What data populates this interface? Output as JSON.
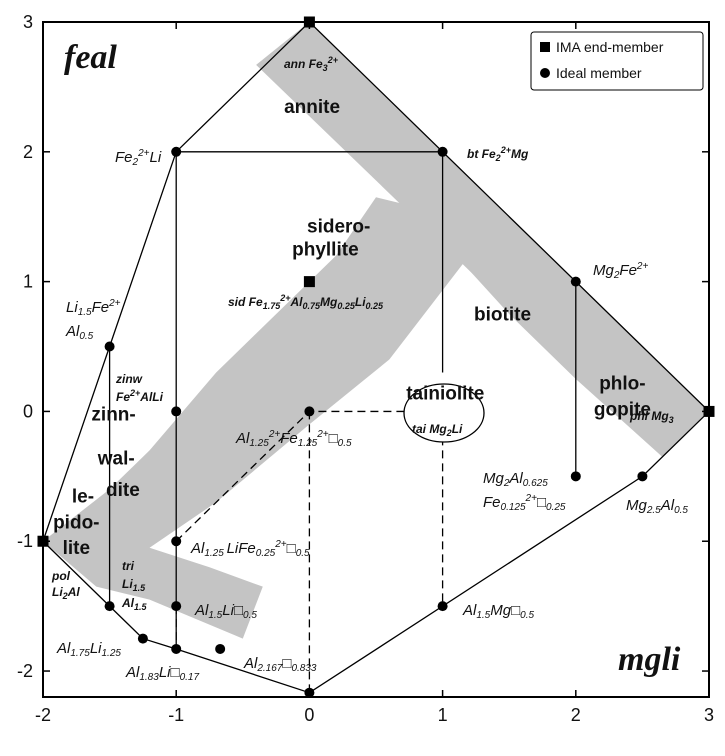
{
  "chart_data": {
    "type": "scatter",
    "x_range": [
      -2,
      3
    ],
    "y_range": [
      -2.2,
      3
    ],
    "x_ticks": [
      "-2",
      "-1",
      "0",
      "1",
      "2",
      "3"
    ],
    "y_ticks": [
      "3",
      "2",
      "1",
      "0",
      "-1",
      "-2"
    ],
    "corner_labels": {
      "top_left": "feal",
      "bottom_right": "mgli"
    },
    "legend": {
      "placement": "top-right",
      "square": "IMA end-member",
      "circle": "Ideal member"
    },
    "fields": [
      {
        "text": "annite",
        "x": 0.02,
        "y": 2.3
      },
      {
        "text": "sidero-",
        "x": 0.22,
        "y": 1.38
      },
      {
        "text": "phyllite",
        "x": 0.12,
        "y": 1.2
      },
      {
        "text": "biotite",
        "x": 1.45,
        "y": 0.7
      },
      {
        "text": "phlo-",
        "x": 2.35,
        "y": 0.17
      },
      {
        "text": "gopite",
        "x": 2.35,
        "y": -0.03
      },
      {
        "text": "zinn-",
        "x": -1.47,
        "y": -0.07
      },
      {
        "text": "wal-",
        "x": -1.45,
        "y": -0.41
      },
      {
        "text": "dite",
        "x": -1.4,
        "y": -0.65
      },
      {
        "text": "le-",
        "x": -1.7,
        "y": -0.7
      },
      {
        "text": "pido-",
        "x": -1.75,
        "y": -0.9
      },
      {
        "text": "lite",
        "x": -1.75,
        "y": -1.1
      },
      {
        "text": "tainiolite",
        "x": 1.02,
        "y": 0.09
      }
    ],
    "end_members": [
      {
        "x": 0,
        "y": 3,
        "label": "ann Fe₃²⁺"
      },
      {
        "x": 0,
        "y": 1,
        "label": "sid Fe₁.₇₅²⁺Al₀.₇₅Mg₀.₂₅Li₀.₂₅"
      },
      {
        "x": 1,
        "y": 0,
        "label": "tai Mg₂Li"
      },
      {
        "x": 3,
        "y": 0,
        "label": "phl Mg₃"
      },
      {
        "x": -2,
        "y": -1,
        "label": "pol Li₂Al"
      }
    ],
    "ideal_members": [
      {
        "x": -1,
        "y": 2,
        "label": "Fe₂²⁺Li"
      },
      {
        "x": 1,
        "y": 2,
        "label": "bt Fe₂²⁺Mg"
      },
      {
        "x": 2,
        "y": 1,
        "label": "Mg₂Fe²⁺"
      },
      {
        "x": -1.5,
        "y": 0.5,
        "label": "Li₁.₅Fe²⁺ Al₀.₅"
      },
      {
        "x": -1,
        "y": 0,
        "label": "zinw Fe²⁺AlLi"
      },
      {
        "x": 0,
        "y": 0,
        "label": "Al₁.₂₅²⁺Fe₁.₂₅²⁺□₀.₅"
      },
      {
        "x": 2,
        "y": -0.5,
        "label": "Mg₂Al₀.₆₂₅ Fe₀.₁₂₅²⁺□₀.₂₅"
      },
      {
        "x": 2.5,
        "y": -0.5,
        "label": "Mg₂.₅Al₀.₅"
      },
      {
        "x": -1,
        "y": -1,
        "label": "Al₁.₂₅LiFe₀.₂₅²⁺□₀.₅"
      },
      {
        "x": -1.5,
        "y": -1.5,
        "label": "tri Li₁.₅ Al₁.₅"
      },
      {
        "x": -1,
        "y": -1.5,
        "label": "Al₁.₅Li□₀.₅"
      },
      {
        "x": 1,
        "y": -1.5,
        "label": "Al₁.₅Mg□₀.₅"
      },
      {
        "x": -1.25,
        "y": -1.75,
        "label": "Al₁.₇₅Li₁.₂₅"
      },
      {
        "x": -1,
        "y": -1.83,
        "label": "Al₁.₈₃Li□₀.₁₇"
      },
      {
        "x": -0.67,
        "y": -1.83,
        "label": ""
      },
      {
        "x": 0,
        "y": -2.167,
        "label": "Al₂.₁₆₇□₀.₈₃₃"
      }
    ],
    "solid_lines": [
      [
        [
          -2,
          -1
        ],
        [
          -1.5,
          0.5
        ],
        [
          -1,
          2
        ],
        [
          0,
          3
        ],
        [
          3,
          0
        ],
        [
          2.5,
          -0.5
        ],
        [
          0,
          -2.167
        ],
        [
          -1,
          -1.83
        ],
        [
          -1.25,
          -1.75
        ],
        [
          -2,
          -1
        ]
      ],
      [
        [
          -1,
          2
        ],
        [
          1,
          2
        ]
      ],
      [
        [
          -1.5,
          0.5
        ],
        [
          -1.5,
          -1.5
        ]
      ],
      [
        [
          -1,
          2
        ],
        [
          -1,
          -1.83
        ]
      ],
      [
        [
          1,
          2
        ],
        [
          1,
          0.3
        ]
      ],
      [
        [
          2,
          1
        ],
        [
          2,
          -0.5
        ]
      ]
    ],
    "dashed_lines": [
      [
        [
          -1,
          -1
        ],
        [
          0,
          0
        ],
        [
          0.75,
          0
        ]
      ],
      [
        [
          0,
          0
        ],
        [
          0,
          -2.167
        ]
      ],
      [
        [
          1,
          -0.2
        ],
        [
          1,
          -1.5
        ]
      ],
      [
        [
          -1,
          -1.5
        ],
        [
          -1,
          -1.83
        ]
      ]
    ],
    "shaded_bands": [
      [
        [
          -0.4,
          2.67
        ],
        [
          0,
          3
        ],
        [
          3,
          0
        ],
        [
          2.65,
          -0.35
        ]
      ],
      [
        [
          0,
          2.6
        ],
        [
          0.6,
          2.0
        ],
        [
          1.0,
          1.6
        ],
        [
          1.4,
          1.2
        ],
        [
          2.0,
          0.65
        ],
        [
          2.65,
          -0.35
        ],
        [
          2.0,
          0.25
        ],
        [
          1.5,
          0.75
        ],
        [
          1.1,
          1.2
        ]
      ],
      [
        [
          0.5,
          1.65
        ],
        [
          0.7,
          1.6
        ],
        [
          1.0,
          1.3
        ],
        [
          1.2,
          1.2
        ],
        [
          0.6,
          0.4
        ],
        [
          0,
          -0.1
        ],
        [
          -0.7,
          -0.7
        ],
        [
          -1.2,
          -1.05
        ],
        [
          -0.75,
          -1.2
        ],
        [
          -0.35,
          -1.35
        ],
        [
          -0.5,
          -1.75
        ],
        [
          -1.2,
          -1.45
        ],
        [
          -1.6,
          -1.35
        ],
        [
          -2.0,
          -1.0
        ],
        [
          -1.5,
          -0.6
        ],
        [
          -1.2,
          -0.3
        ],
        [
          -0.7,
          0.3
        ],
        [
          -0.2,
          0.8
        ],
        [
          0.2,
          1.2
        ]
      ]
    ]
  }
}
